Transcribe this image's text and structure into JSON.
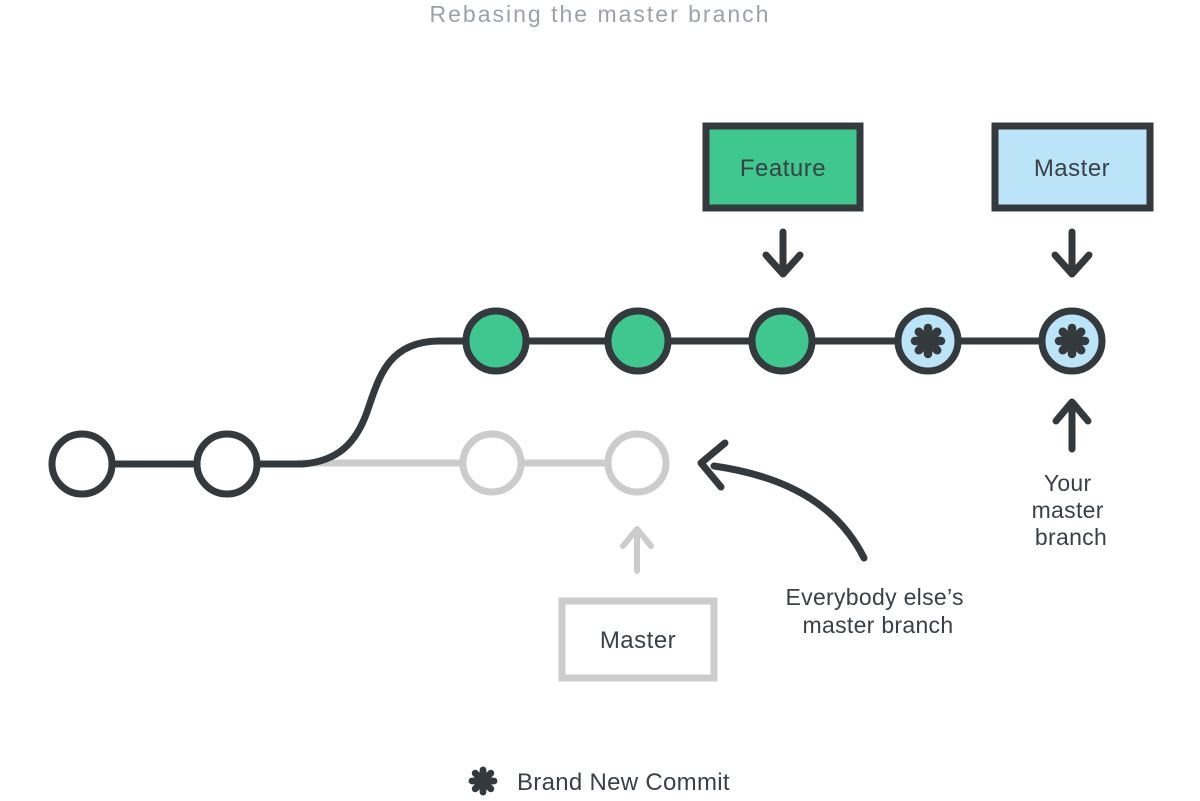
{
  "title": "Rebasing the master branch",
  "colors": {
    "dark": "#34393e",
    "green": "#3ec78f",
    "blue": "#bce4f9",
    "gray": "#cccccc",
    "text": "#3a4045",
    "muted": "#9ba1a6",
    "bg": "#ffffff"
  },
  "branch_labels": {
    "feature": "Feature",
    "master_top": "Master",
    "master_ghost": "Master"
  },
  "annotations": {
    "your_master_branch": {
      "line1": "Your",
      "line2": "master",
      "line3": "branch"
    },
    "everybody_else": {
      "line1": "Everybody else’s",
      "line2": "master branch"
    }
  },
  "legend": {
    "icon": "new-commit-asterisk",
    "label": "Brand New Commit"
  },
  "icons": {
    "new_commit_asterisk": "✻",
    "arrow_down": "↓",
    "arrow_up": "↑",
    "curved_arrow": "↖"
  },
  "graph": {
    "base_commits": 2,
    "rebased_feature_commits": 3,
    "brand_new_commits": 2,
    "ghost_old_master_commits": 2,
    "ghost_branch_faded": true
  }
}
